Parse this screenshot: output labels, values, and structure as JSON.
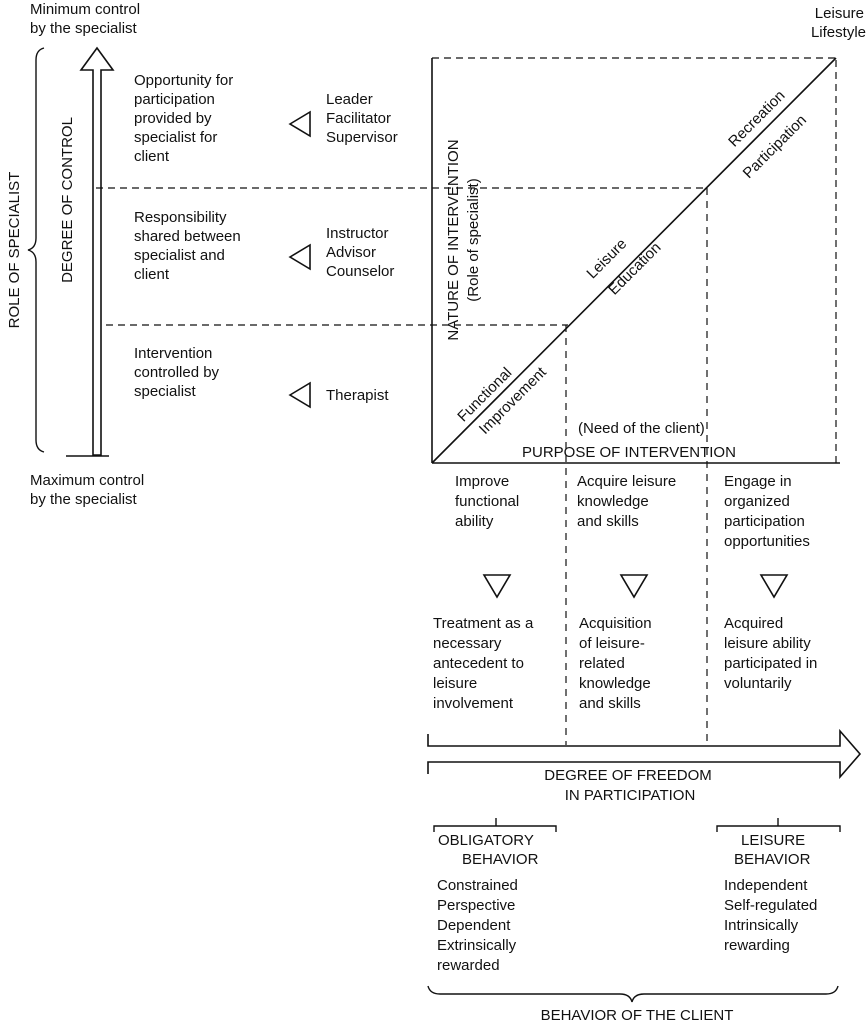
{
  "top_left": {
    "line1": "Minimum control",
    "line2": "by the specialist"
  },
  "bottom_left": {
    "line1": "Maximum control",
    "line2": "by the specialist"
  },
  "top_right": {
    "line1": "Leisure",
    "line2": "Lifestyle"
  },
  "role_of_specialist": "ROLE OF SPECIALIST",
  "degree_of_control": "DEGREE OF CONTROL",
  "left_rows": [
    {
      "desc": [
        "Opportunity for",
        "participation",
        "provided by",
        "specialist for",
        "client"
      ],
      "roles": [
        "Leader",
        "Facilitator",
        "Supervisor"
      ]
    },
    {
      "desc": [
        "Responsibility",
        "shared between",
        "specialist and",
        "client"
      ],
      "roles": [
        "Instructor",
        "Advisor",
        "Counselor"
      ]
    },
    {
      "desc": [
        "Intervention",
        "controlled by",
        "specialist"
      ],
      "roles": [
        "Therapist"
      ]
    }
  ],
  "nature_of_intervention": {
    "line1": "NATURE OF INTERVENTION",
    "line2": "(Role of specialist)"
  },
  "diagonal": {
    "functional": "Functional",
    "improvement": "Improvement",
    "leisure": "Leisure",
    "education": "Education",
    "recreation": "Recreation",
    "participation": "Participation"
  },
  "need_of_client": "(Need of the client)",
  "purpose_of_intervention": "PURPOSE OF INTERVENTION",
  "columns": [
    {
      "purpose": [
        "Improve",
        "functional",
        "ability"
      ],
      "outcome": [
        "Treatment as a",
        "necessary",
        "antecedent to",
        "leisure",
        "involvement"
      ]
    },
    {
      "purpose": [
        "Acquire leisure",
        "knowledge",
        "and skills"
      ],
      "outcome": [
        "Acquisition",
        "of leisure-",
        "related",
        "knowledge",
        "and skills"
      ]
    },
    {
      "purpose": [
        "Engage in",
        "organized",
        "participation",
        "opportunities"
      ],
      "outcome": [
        "Acquired",
        "leisure ability",
        "participated in",
        "voluntarily"
      ]
    }
  ],
  "freedom": {
    "line1": "DEGREE OF FREEDOM",
    "line2": "IN PARTICIPATION"
  },
  "obligatory": {
    "title1": "OBLIGATORY",
    "title2": "BEHAVIOR",
    "items": [
      "Constrained",
      "Perspective",
      "Dependent",
      "Extrinsically",
      "rewarded"
    ]
  },
  "leisure_behavior": {
    "title1": "LEISURE",
    "title2": "BEHAVIOR",
    "items": [
      "Independent",
      "Self-regulated",
      "Intrinsically",
      "rewarding"
    ]
  },
  "behavior_of_client": "BEHAVIOR OF THE CLIENT"
}
